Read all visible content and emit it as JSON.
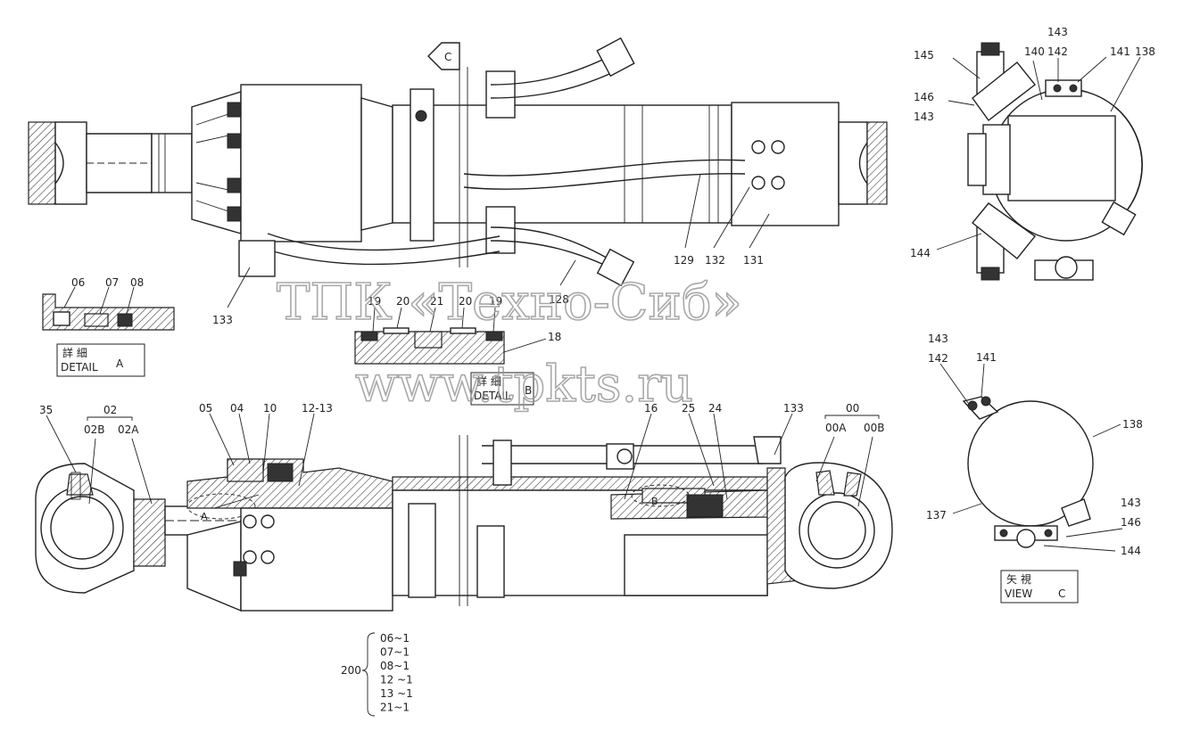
{
  "watermark": {
    "company": "ТПК «Техно-Сиб»",
    "url": "www.tpkts.ru"
  },
  "captions": {
    "detail_a_kanji": "詳 細",
    "detail_a_en": "DETAIL",
    "detail_a_letter": "A",
    "detail_b_kanji": "詳 細",
    "detail_b_en": "DETAIL",
    "detail_b_letter": "B",
    "view_c_kanji": "矢 視",
    "view_c_en": "VIEW",
    "view_c_letter": "C",
    "arrow_c": "C",
    "section_a_mark": "A",
    "section_b_mark": "B"
  },
  "top_view_labels": {
    "l133": "133",
    "l128": "128",
    "l129": "129",
    "l132": "132",
    "l131": "131"
  },
  "detail_a_labels": {
    "l06": "06",
    "l07": "07",
    "l08": "08"
  },
  "detail_b_labels": {
    "l19a": "19",
    "l20a": "20",
    "l21": "21",
    "l20b": "20",
    "l19b": "19",
    "l18": "18"
  },
  "end_view_labels": {
    "l145": "145",
    "l146": "146",
    "l143a": "143",
    "l140": "140",
    "l143b": "143",
    "l142": "142",
    "l141": "141",
    "l138": "138",
    "l144": "144"
  },
  "view_c_labels": {
    "l143a": "143",
    "l142": "142",
    "l141": "141",
    "l138": "138",
    "l137": "137",
    "l143b": "143",
    "l146": "146",
    "l144": "144"
  },
  "section_labels": {
    "l35": "35",
    "l02": "02",
    "l02B": "02B",
    "l02A": "02A",
    "l05": "05",
    "l04": "04",
    "l10": "10",
    "l12_13": "12-13",
    "l16": "16",
    "l25": "25",
    "l24": "24",
    "l133": "133",
    "l00": "00",
    "l00A": "00A",
    "l00B": "00B"
  },
  "kit": {
    "number": "200",
    "items": [
      "06~1",
      "07~1",
      "08~1",
      "12 ~1",
      "13 ~1",
      "21~1"
    ]
  }
}
